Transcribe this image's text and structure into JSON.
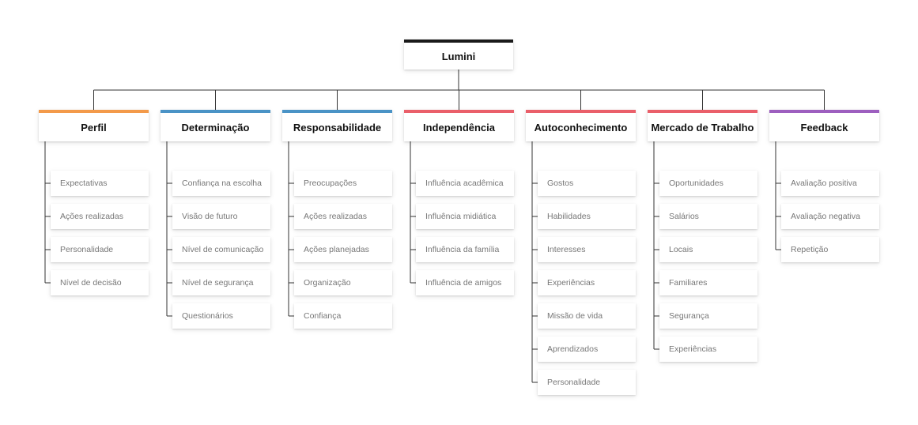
{
  "root": {
    "label": "Lumini",
    "color": "#1a1a1a"
  },
  "categories": [
    {
      "label": "Perfil",
      "color": "#f39a4a",
      "items": [
        "Expectativas",
        "Ações realizadas",
        "Personalidade",
        "Nível de decisão"
      ]
    },
    {
      "label": "Determinação",
      "color": "#4a93c6",
      "items": [
        "Confiança na escolha",
        "Visão de futuro",
        "Nível de comunicação",
        "Nível de segurança",
        "Questionários"
      ]
    },
    {
      "label": "Responsabilidade",
      "color": "#4a93c6",
      "items": [
        "Preocupações",
        "Ações realizadas",
        "Ações planejadas",
        "Organização",
        "Confiança"
      ]
    },
    {
      "label": "Independência",
      "color": "#ea5f6a",
      "items": [
        "Influência acadêmica",
        "Influência midiática",
        "Influência da família",
        "Influência de amigos"
      ]
    },
    {
      "label": "Autoconhecimento",
      "color": "#ea5f6a",
      "items": [
        "Gostos",
        "Habilidades",
        "Interesses",
        "Experiências",
        "Missão de vida",
        "Aprendizados",
        "Personalidade"
      ]
    },
    {
      "label": "Mercado de Trabalho",
      "color": "#ea5f6a",
      "items": [
        "Oportunidades",
        "Salários",
        "Locais",
        "Familiares",
        "Segurança",
        "Experiências"
      ]
    },
    {
      "label": "Feedback",
      "color": "#9d5fbf",
      "items": [
        "Avaliação positiva",
        "Avaliação negativa",
        "Repetição"
      ]
    }
  ]
}
